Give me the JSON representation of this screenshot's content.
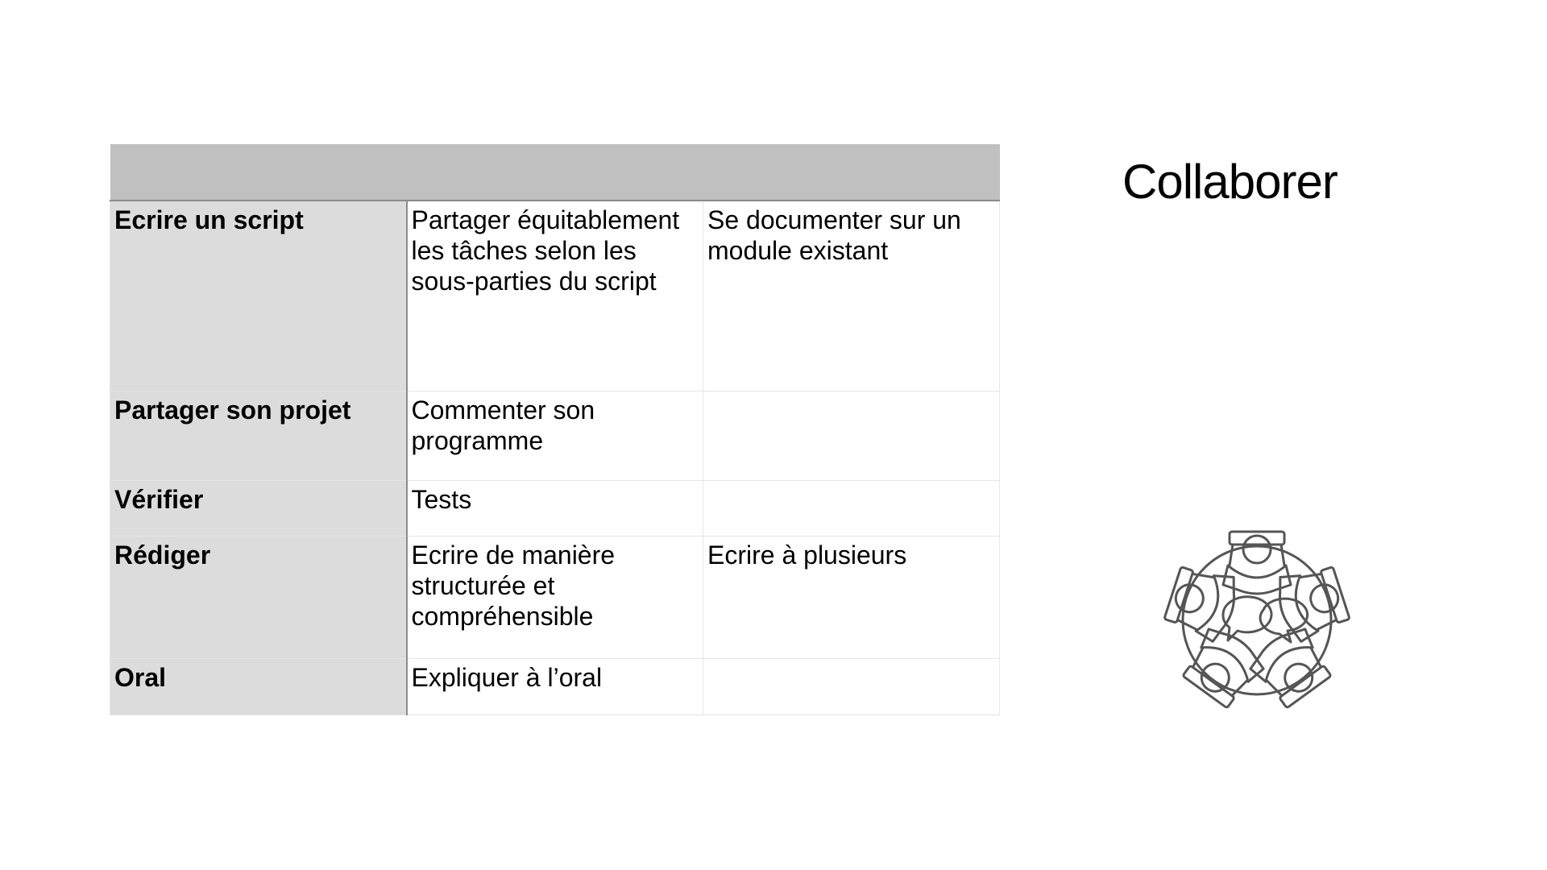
{
  "title": "Collaborer",
  "table": {
    "header": [
      "",
      "",
      ""
    ],
    "rows": [
      {
        "label": "Ecrire un script",
        "col2": "Partager équitablement les tâches selon les sous-parties du script",
        "col3": "Se documenter sur un module existant"
      },
      {
        "label": "Partager son projet",
        "col2": "Commenter son programme",
        "col3": ""
      },
      {
        "label": "Vérifier",
        "col2": "Tests",
        "col3": ""
      },
      {
        "label": "Rédiger",
        "col2": "Ecrire de manière structurée et compréhensible",
        "col3": "Ecrire à plusieurs"
      },
      {
        "label": "Oral",
        "col2": "Expliquer à l’oral",
        "col3": ""
      }
    ]
  },
  "illustration": {
    "icon": "round-table-meeting-icon",
    "stroke_color": "#555555"
  },
  "colors": {
    "header_bg": "#bfc0bf",
    "label_bg": "#dcdcdc",
    "grid_line": "#e6e6e6"
  }
}
